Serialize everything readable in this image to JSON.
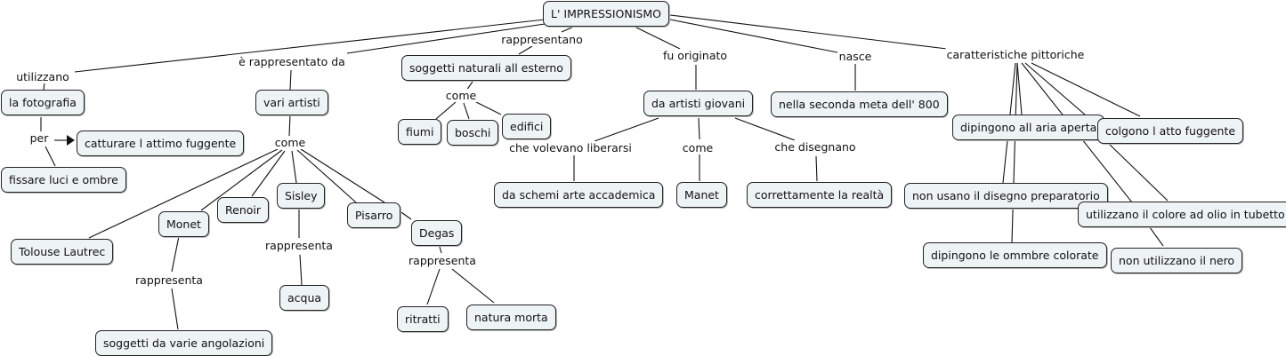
{
  "root": "L' IMPRESSIONISMO",
  "concepts": {
    "la_fotografia": "la fotografia",
    "catturare": "catturare l attimo fuggente",
    "fissare": "fissare luci e ombre",
    "vari_artisti": "vari artisti",
    "tolouse": "Tolouse Lautrec",
    "monet": "Monet",
    "renoir": "Renoir",
    "sisley": "Sisley",
    "pisarro": "Pisarro",
    "degas": "Degas",
    "soggetti_angolazioni": "soggetti da varie angolazioni",
    "acqua": "acqua",
    "ritratti": "ritratti",
    "natura_morta": "natura morta",
    "soggetti_naturali": "soggetti naturali all esterno",
    "fiumi": "fiumi",
    "boschi": "boschi",
    "edifici": "edifici",
    "artisti_giovani": "da artisti giovani",
    "schemi": "da schemi arte accademica",
    "manet": "Manet",
    "realta": "correttamente la realtà",
    "seconda_meta": "nella seconda meta dell' 800",
    "aria_aperta": "dipingono all aria aperta",
    "atto_fuggente": "colgono l atto fuggente",
    "disegno": "non usano il disegno preparatorio",
    "colore_olio": "utilizzano il colore ad olio in tubetto",
    "ombre_colorate": "dipingono le ommbre colorate",
    "nero": "non utilizzano il nero"
  },
  "linking_phrases": {
    "utilizzano": "utilizzano",
    "per": "per",
    "rappresentato_da": "è rappresentato da",
    "come_artisti": "come",
    "rappresenta_monet": "rappresenta",
    "rappresenta_sisley": "rappresenta",
    "rappresenta_degas": "rappresenta",
    "rappresentano": "rappresentano",
    "come_soggetti": "come",
    "fu_originato": "fu originato",
    "che_volevano": "che volevano liberarsi",
    "come_giovani": "come",
    "che_disegnano": "che disegnano",
    "nasce": "nasce",
    "caratteristiche": "caratteristiche pittoriche"
  },
  "colors": {
    "node_fill": "#eef3f6",
    "node_border": "#222222",
    "line": "#111111"
  }
}
